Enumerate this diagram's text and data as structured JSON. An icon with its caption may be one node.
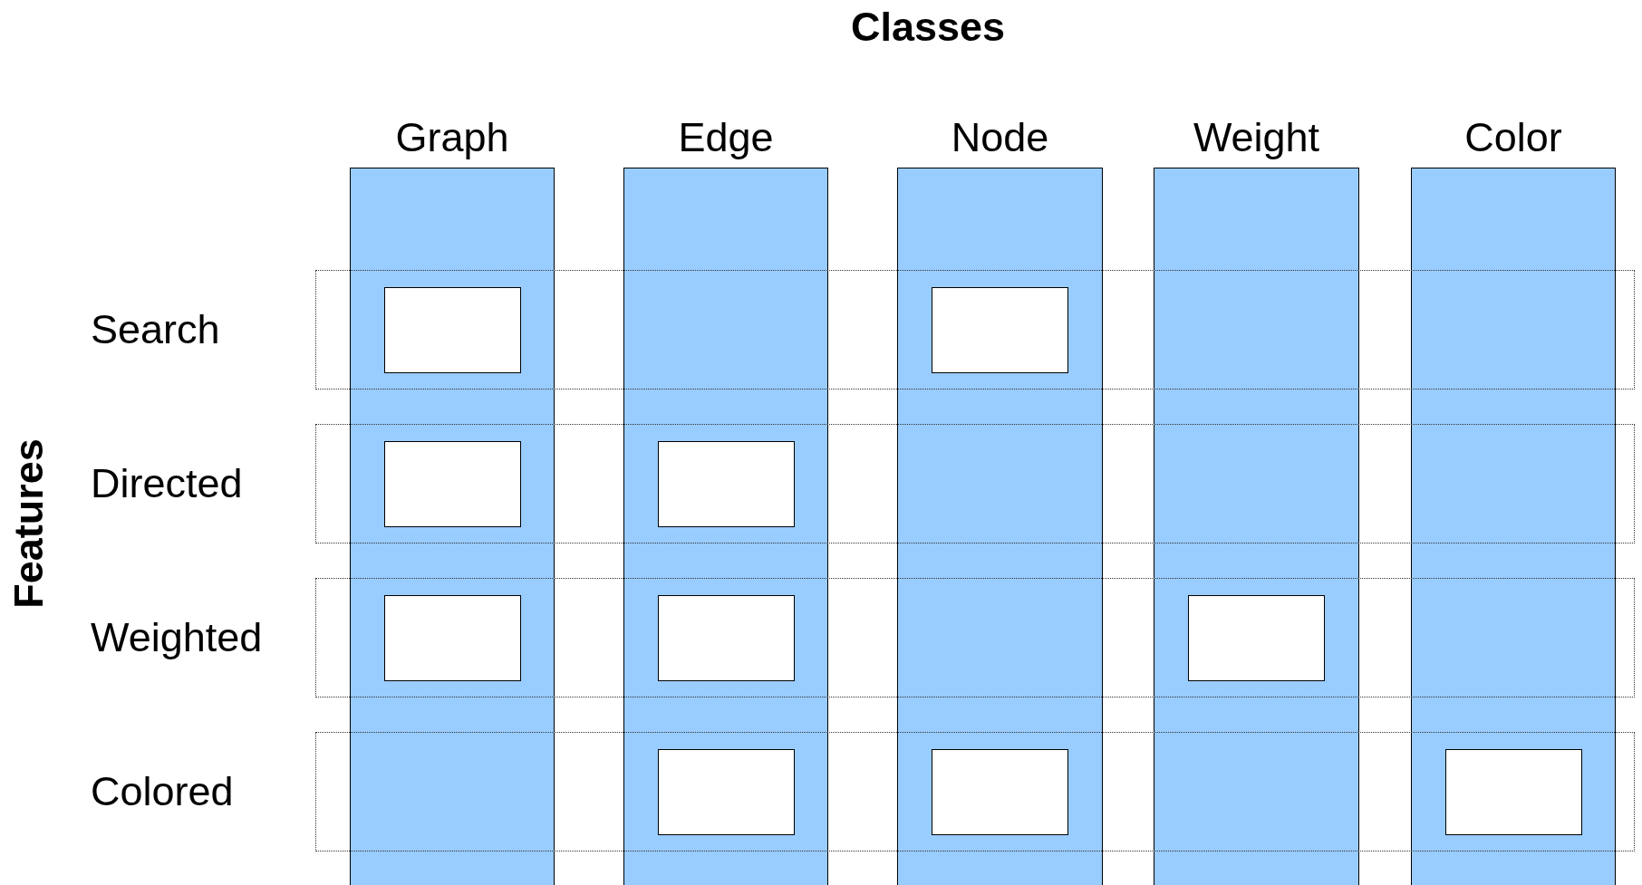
{
  "diagram": {
    "title": "Classes",
    "nodes": [
      {
        "text": [
          "Graph"
        ]
      },
      {
        "text": [
          "Edge"
        ]
      },
      {
        "text": [
          "Node"
        ]
      },
      {
        "text": [
          "Weight"
        ]
      },
      {
        "text": [
          "Color"
        ]
      },
      {
        "text": [
          "Search"
        ]
      },
      {
        "text": [
          "Directed"
        ]
      },
      {
        "text": [
          "Weighted"
        ]
      },
      {
        "text": [
          "Colored"
        ]
      },
      {
        "text": [],
        "shape": "box"
      },
      {
        "text": [],
        "shape": "box"
      },
      {
        "text": [],
        "shape": "box"
      },
      {
        "text": [],
        "shape": "box"
      },
      {
        "text": [],
        "shape": "box"
      },
      {
        "text": [],
        "shape": "box"
      },
      {
        "text": [],
        "shape": "box"
      },
      {
        "text": [],
        "shape": "box"
      },
      {
        "text": [],
        "shape": "box"
      },
      {
        "text": [],
        "shape": "box"
      }
    ],
    "labels": [
      "Features"
    ]
  }
}
